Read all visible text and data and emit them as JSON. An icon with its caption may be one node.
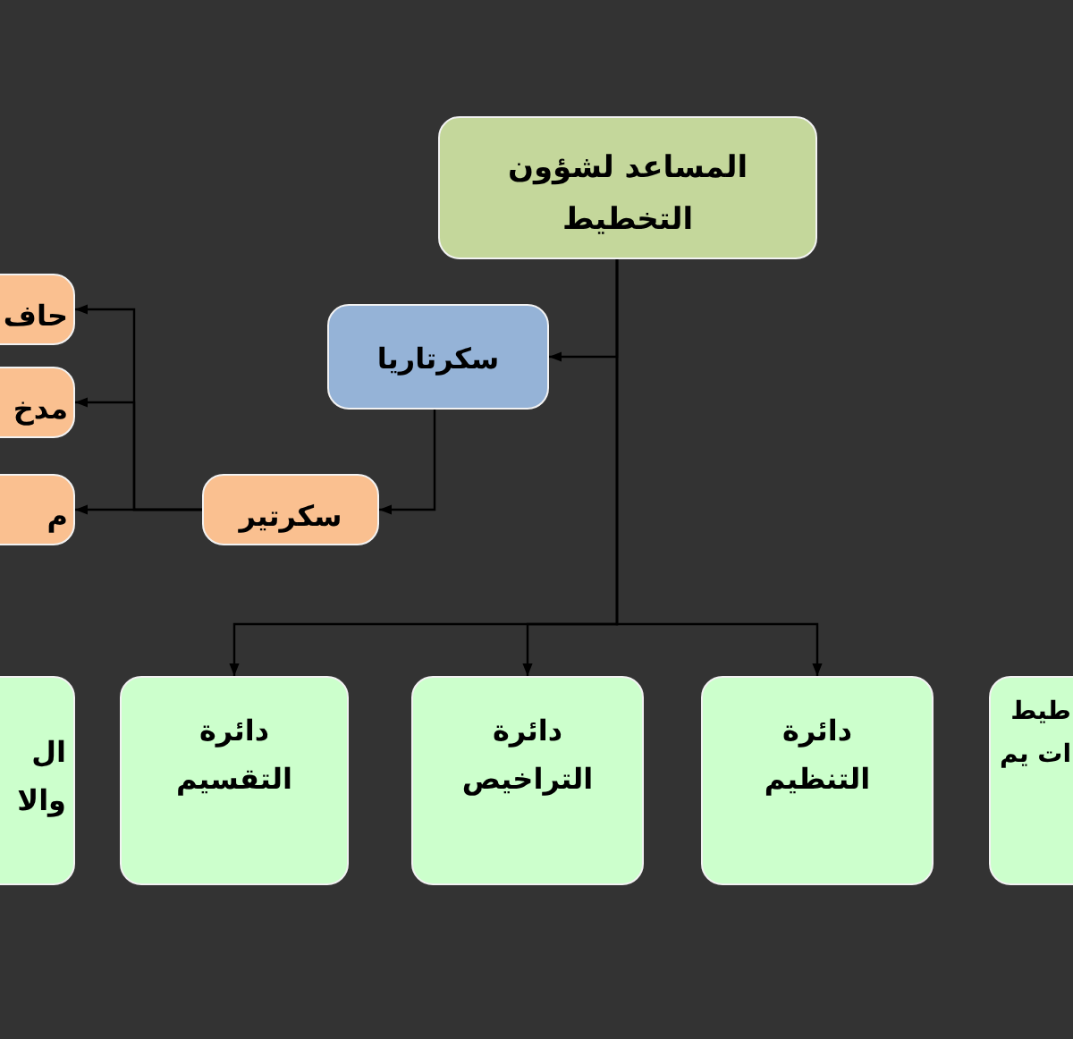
{
  "diagram": {
    "nodes": [
      {
        "text": [
          "المساعد لشؤون التخطيط"
        ]
      },
      {
        "text": [
          "سكرتاريا"
        ]
      },
      {
        "text": [
          "سكرتير"
        ]
      },
      {
        "text": [
          "حاف"
        ]
      },
      {
        "text": [
          "مدخ"
        ]
      },
      {
        "text": [
          "م"
        ]
      },
      {
        "text": [
          "ال والا"
        ]
      },
      {
        "text": [
          "دائرة التقسيم"
        ]
      },
      {
        "text": [
          "دائرة التراخيص"
        ]
      },
      {
        "text": [
          "دائرة التنظيم"
        ]
      },
      {
        "text": [
          "طيط ات يم"
        ]
      }
    ],
    "edges": [
      {
        "from": 0,
        "to": 1,
        "arrow": "to"
      },
      {
        "from": 0,
        "to": 7,
        "arrow": "to"
      },
      {
        "from": 0,
        "to": 8,
        "arrow": "to"
      },
      {
        "from": 0,
        "to": 9,
        "arrow": "to"
      },
      {
        "from": 1,
        "to": 2,
        "arrow": "to"
      },
      {
        "from": 2,
        "to": 3,
        "arrow": "to"
      },
      {
        "from": 2,
        "to": 4,
        "arrow": "to"
      },
      {
        "from": 2,
        "to": 5,
        "arrow": "to"
      }
    ]
  }
}
